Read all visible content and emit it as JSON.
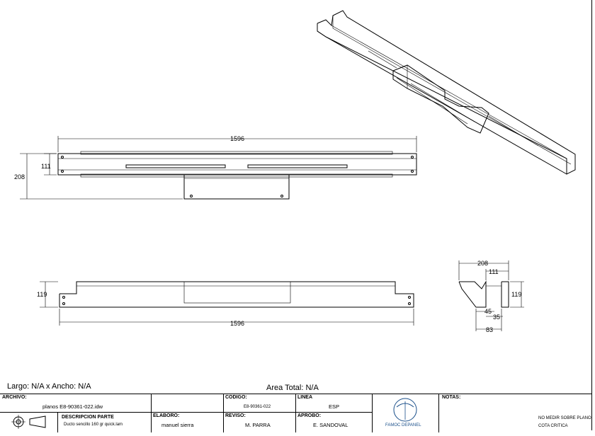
{
  "drawing": {
    "top_view": {
      "length": "1596",
      "height": "208",
      "inner": "111"
    },
    "side_view": {
      "length": "1596",
      "height": "119"
    },
    "section_view": {
      "overall": "208",
      "inner": "111",
      "height": "119",
      "d1": "45",
      "d2": "35",
      "d3": "83"
    }
  },
  "meta": {
    "largo_ancho": "Largo: N/A x Ancho: N/A",
    "area_total": "Area Total: N/A"
  },
  "title_block": {
    "archivo_label": "ARCHIVO:",
    "archivo_value": "planos E8-90361-022.idw",
    "descripcion_label": "DESCRIPCION PARTE",
    "descripcion_value": "Ducto sencillo 160 gr quick.lam",
    "codigo_label": "CODIGO:",
    "codigo_value": "E8-90361-022",
    "linea_label": "LINEA",
    "linea_value": "ESP",
    "elaboro_label": "ELABORO:",
    "elaboro_value": "manuel sierra",
    "reviso_label": "REVISO:",
    "reviso_value": "M. PARRA",
    "aprobo_label": "APROBO:",
    "aprobo_value": "E. SANDOVAL",
    "logo_text": "FAMOC DEPANEL",
    "notas_label": "NOTAS:",
    "nota1": "NO MEDIR SOBRE PLANO",
    "nota2": "COTA CRITICA"
  }
}
